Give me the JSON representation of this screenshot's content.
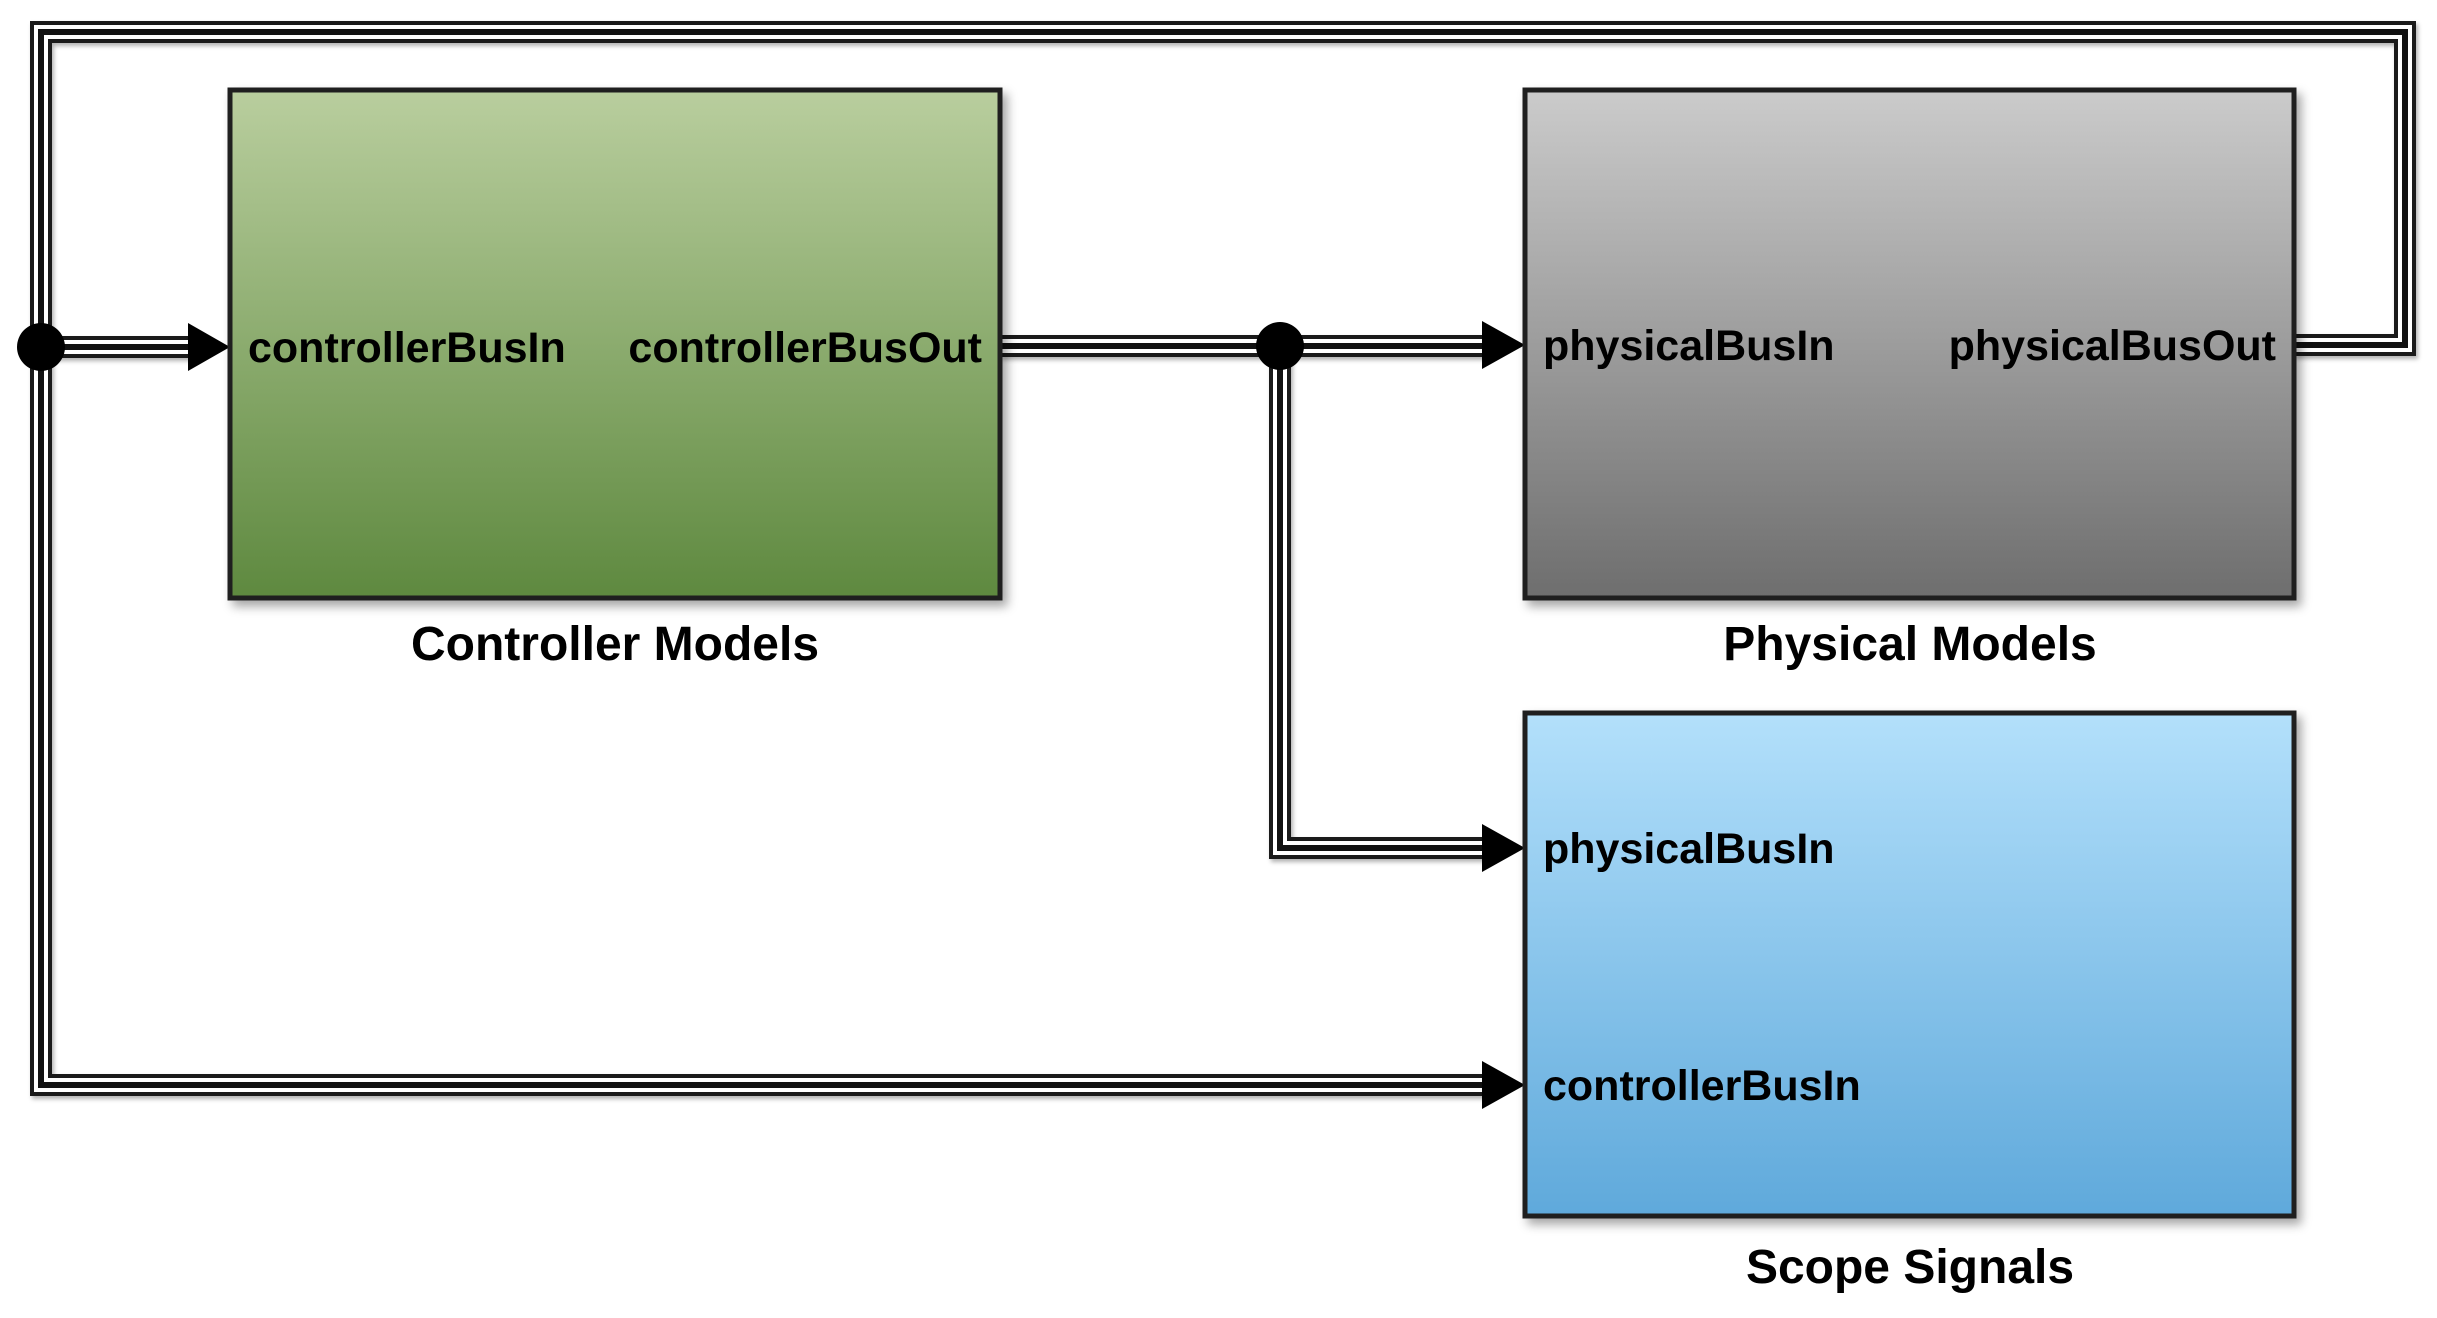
{
  "diagram": {
    "type": "simulink-block-diagram",
    "background": "#ffffff",
    "wire_style": "bus (triple line)",
    "blocks": {
      "controller": {
        "label": "Controller Models",
        "port_in": "controllerBusIn",
        "port_out": "controllerBusOut"
      },
      "physical": {
        "label": "Physical Models",
        "port_in": "physicalBusIn",
        "port_out": "physicalBusOut"
      },
      "scope": {
        "label": "Scope Signals",
        "port_in_top": "physicalBusIn",
        "port_in_bottom": "controllerBusIn"
      }
    },
    "colors": {
      "green_top": "#b9ce9e",
      "green_bottom": "#5e893f",
      "gray_top": "#cbcbcb",
      "gray_bottom": "#6e6e6e",
      "blue_top": "#b3e0fb",
      "blue_bottom": "#5fa9db",
      "wire": "#1a1a1a",
      "border": "#1f1f1f",
      "text": "#000000"
    }
  }
}
